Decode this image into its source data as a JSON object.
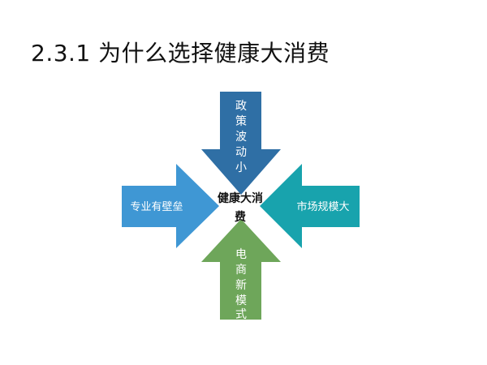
{
  "title": "2.3.1 为什么选择健康大消费",
  "center": {
    "line1": "健康大消",
    "line2": "费"
  },
  "arrows": {
    "top": {
      "label": "政策波动小",
      "color": "#2f6fa5",
      "chars": [
        "政",
        "策",
        "波",
        "动",
        "小"
      ]
    },
    "left": {
      "label": "专业有壁垒",
      "color": "#3f97d4"
    },
    "right": {
      "label": "市场规模大",
      "color": "#18a3ad"
    },
    "bottom": {
      "label": "电商新模式",
      "color": "#6ea65a",
      "chars": [
        "电",
        "商",
        "新",
        "模",
        "式"
      ]
    }
  }
}
